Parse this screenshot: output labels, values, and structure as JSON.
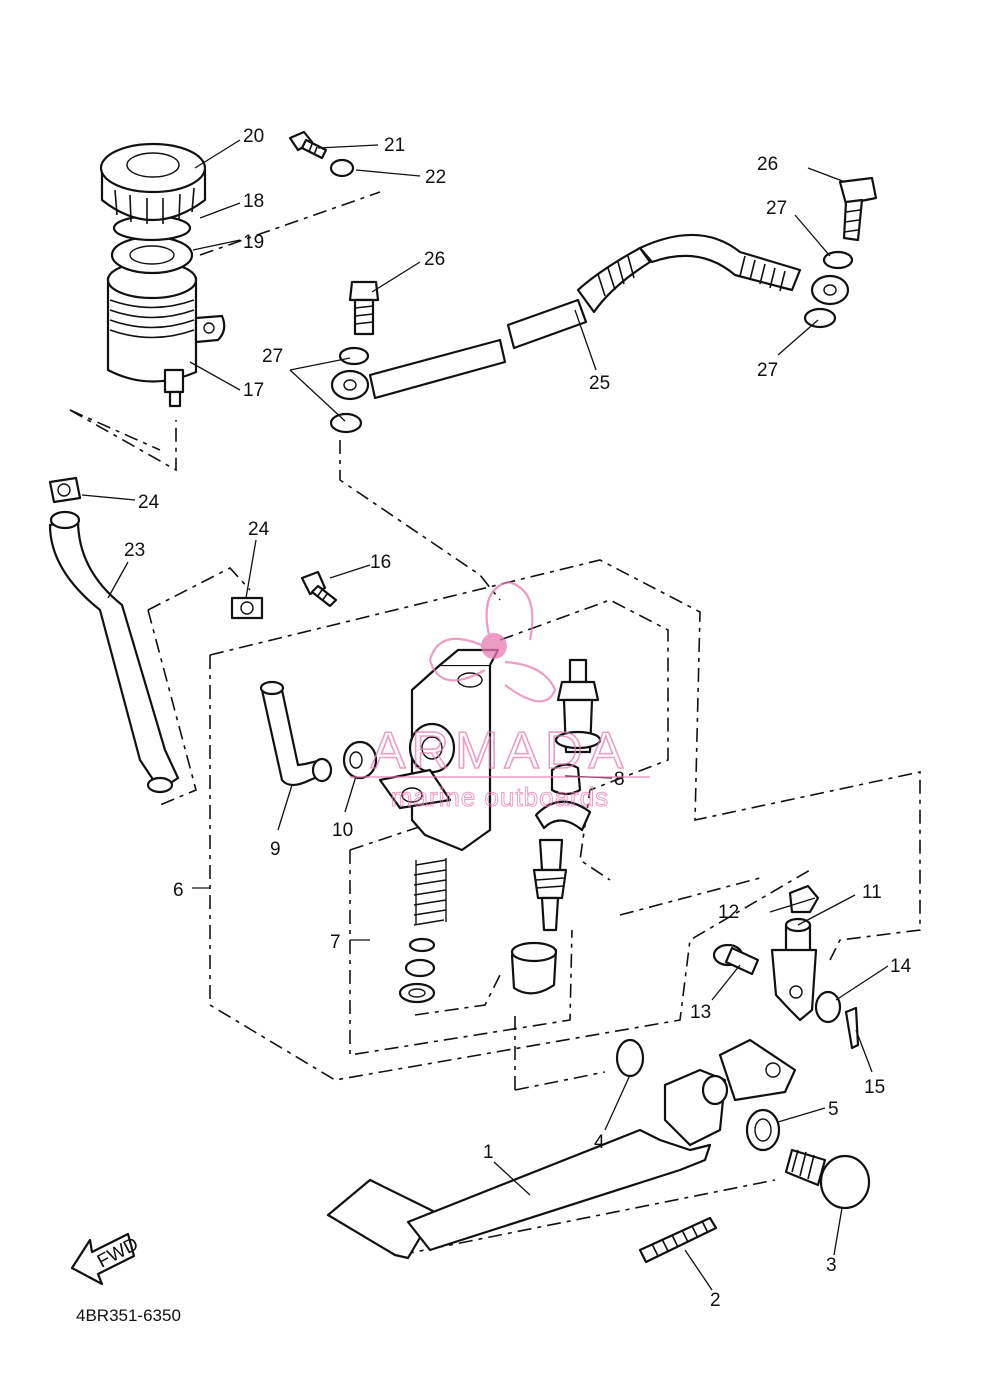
{
  "diagram": {
    "part_labels": {
      "p1": "1",
      "p2": "2",
      "p3": "3",
      "p4": "4",
      "p5": "5",
      "p6": "6",
      "p7": "7",
      "p8": "8",
      "p9": "9",
      "p10": "10",
      "p11": "11",
      "p12": "12",
      "p13": "13",
      "p14": "14",
      "p15": "15",
      "p16": "16",
      "p17": "17",
      "p18": "18",
      "p19": "19",
      "p20": "20",
      "p21": "21",
      "p22": "22",
      "p23": "23",
      "p24a": "24",
      "p24b": "24",
      "p25": "25",
      "p26a": "26",
      "p26b": "26",
      "p27a": "27",
      "p27b": "27",
      "p27c": "27"
    },
    "fwd_label": "FWD",
    "drawing_code": "4BR351-6350"
  },
  "watermark": {
    "brand": "ARMADA",
    "tagline": "marine outboards",
    "color": "#e87bb3"
  },
  "colors": {
    "ink": "#111111",
    "background": "#ffffff"
  }
}
